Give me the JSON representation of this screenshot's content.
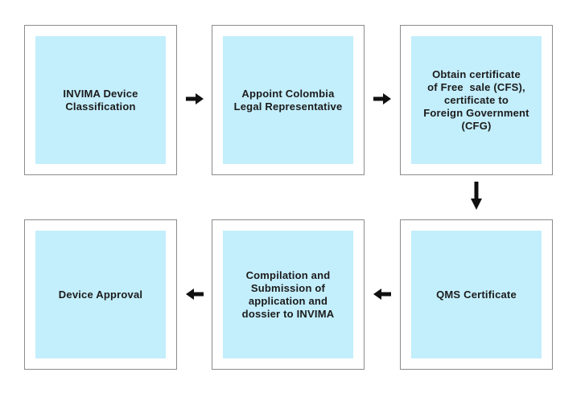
{
  "flowchart": {
    "nodes": [
      {
        "id": "invima-device-classification",
        "lines": [
          "INVIMA Device",
          "Classification"
        ]
      },
      {
        "id": "appoint-colombia-legal-representative",
        "lines": [
          "Appoint Colombia",
          "Legal Representative"
        ]
      },
      {
        "id": "obtain-cfs-cfg-certificates",
        "lines": [
          "Obtain certificate",
          "of Free  sale (CFS),",
          "certificate to",
          "Foreign Government",
          "(CFG)"
        ]
      },
      {
        "id": "qms-certificate",
        "lines": [
          "QMS Certificate"
        ]
      },
      {
        "id": "compilation-and-submission",
        "lines": [
          "Compilation and",
          "Submission of",
          "application and",
          "dossier to INVIMA"
        ]
      },
      {
        "id": "device-approval",
        "lines": [
          "Device Approval"
        ]
      }
    ],
    "arrows": [
      {
        "from": "invima-device-classification",
        "to": "appoint-colombia-legal-representative",
        "direction": "right"
      },
      {
        "from": "appoint-colombia-legal-representative",
        "to": "obtain-cfs-cfg-certificates",
        "direction": "right"
      },
      {
        "from": "obtain-cfs-cfg-certificates",
        "to": "qms-certificate",
        "direction": "down"
      },
      {
        "from": "qms-certificate",
        "to": "compilation-and-submission",
        "direction": "left"
      },
      {
        "from": "compilation-and-submission",
        "to": "device-approval",
        "direction": "left"
      }
    ],
    "colors": {
      "node_fill": "#C3EEFB",
      "node_border": "#8C8C8C",
      "arrow": "#101010",
      "text": "#1B1B1B",
      "background": "#FFFFFF"
    }
  }
}
